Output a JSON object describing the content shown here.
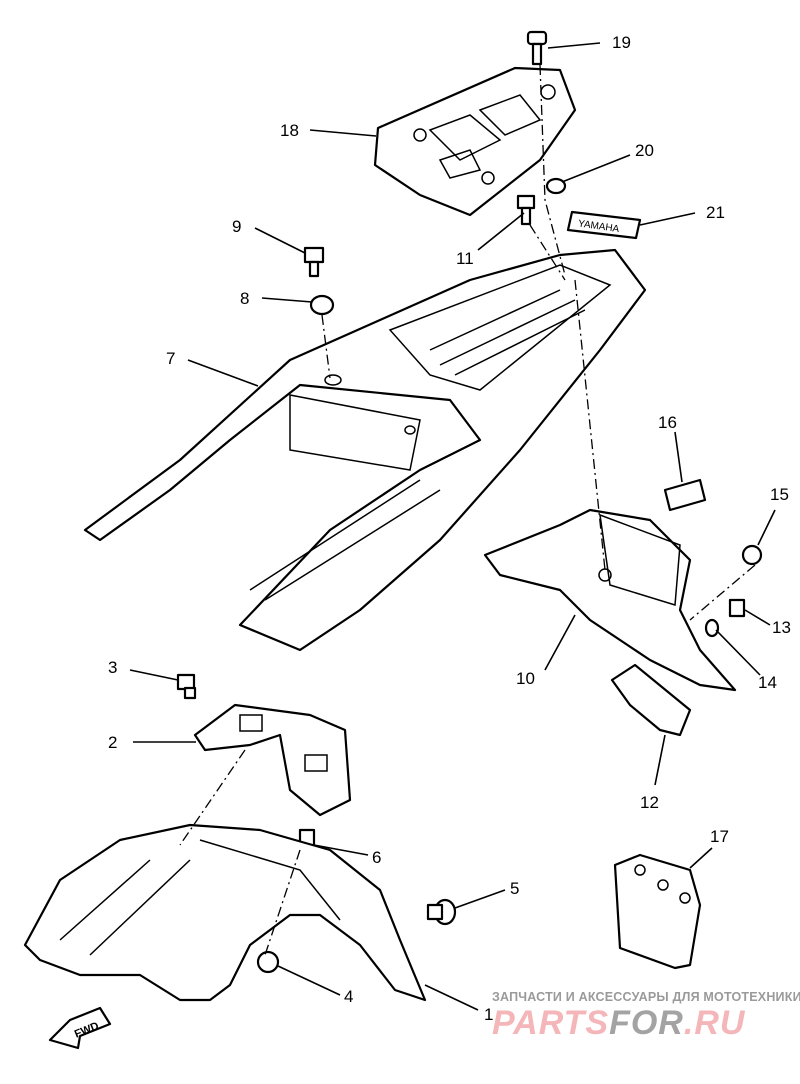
{
  "diagram": {
    "callouts": [
      "1",
      "2",
      "3",
      "4",
      "5",
      "6",
      "7",
      "8",
      "9",
      "10",
      "11",
      "12",
      "13",
      "14",
      "15",
      "16",
      "17",
      "18",
      "19",
      "20",
      "21"
    ],
    "fwd_arrow_label": "FWD",
    "emblem_text": "YAMAHA"
  },
  "watermark": {
    "tagline": "ЗАПЧАСТИ И АКСЕССУАРЫ ДЛЯ МОТОТЕХНИКИ",
    "logo_part1": "PARTS",
    "logo_part2": "FOR",
    "logo_part3": ".RU",
    "colors": {
      "pink": "#f4b6b8",
      "gray": "#a3a3a3"
    }
  }
}
